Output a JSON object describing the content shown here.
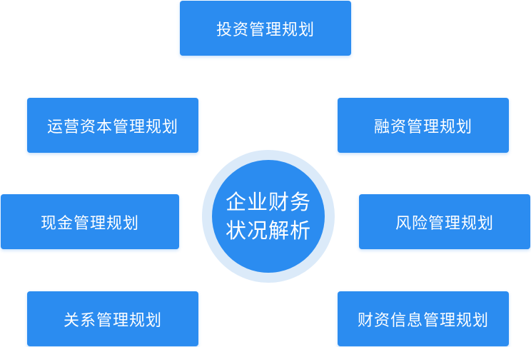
{
  "center": {
    "line1": "企业财务",
    "line2": "状况解析"
  },
  "nodes": {
    "invest": "投资管理规划",
    "ops": "运营资本管理规划",
    "financing": "融资管理规划",
    "cash": "现金管理规划",
    "risk": "风险管理规划",
    "relation": "关系管理规划",
    "info": "财资信息管理规划"
  },
  "colors": {
    "box_fill": "#2b8cf0",
    "ring_fill": "#dbeaf9",
    "text": "#ffffff"
  }
}
